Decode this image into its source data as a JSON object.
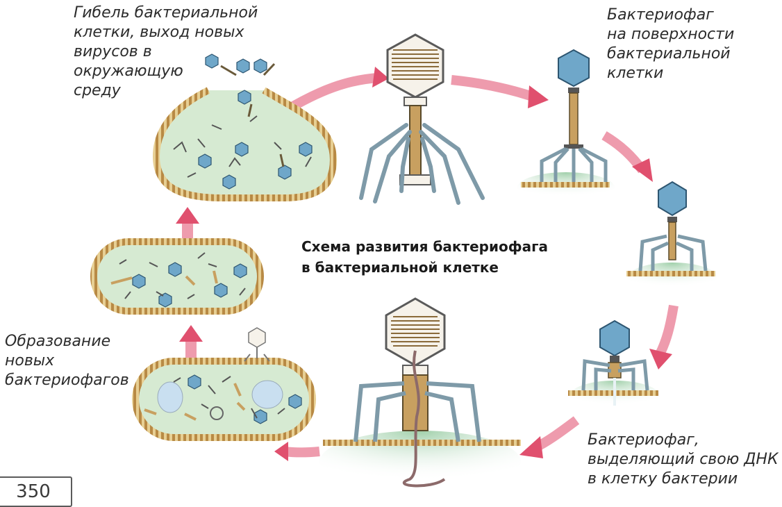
{
  "captions": {
    "release": "Гибель бактериальной\nклетки, выход новых\nвирусов в\nокружающую\nсреду",
    "attachment": "Бактериофаг\nна поверхности\nбактериальной\nклетки",
    "assembly": "Образование\nновых\nбактериофагов",
    "injection": "Бактериофаг,\nвыделяющий свою ДНК\nв клетку бактерии"
  },
  "title": {
    "line1": "Схема развития бактериофага",
    "line2": "в бактериальной клетке"
  },
  "page_number": "350",
  "colors": {
    "arrow": "#e8607a",
    "cell_fill": "#d6ead2",
    "cell_wall": "#c09a5a",
    "capsid": "#6fa7c9",
    "tail_brown": "#8a6a3a",
    "fibers": "#7e9aa8",
    "text": "#2c2c2c"
  }
}
